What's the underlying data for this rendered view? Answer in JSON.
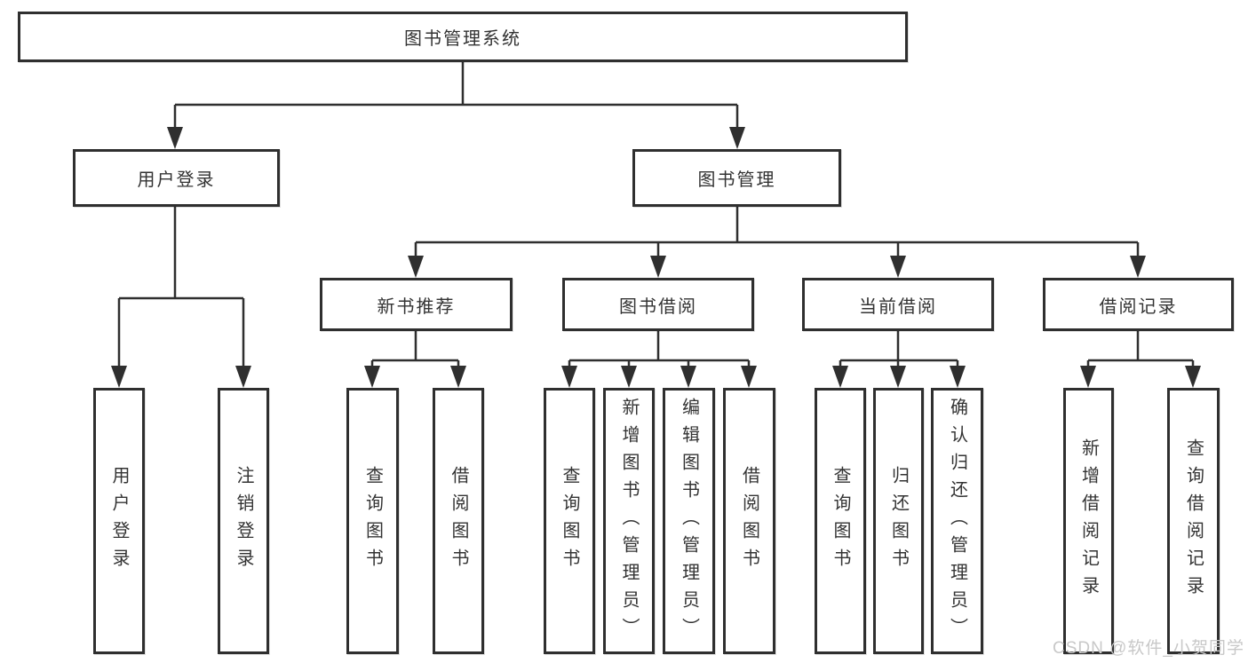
{
  "diagram": {
    "root": "图书管理系统",
    "level2": {
      "user_login": "用户登录",
      "book_mgmt": "图书管理"
    },
    "level3": {
      "new_book": "新书推荐",
      "book_borrow": "图书借阅",
      "current_borrow": "当前借阅",
      "borrow_record": "借阅记录"
    },
    "leaves": {
      "user_login": "用户登录",
      "logout": "注销登录",
      "rec_query_book": "查询图书",
      "rec_borrow_book": "借阅图书",
      "bor_query_book": "查询图书",
      "bor_add_book": "新增图书（管理员）",
      "bor_edit_book": "编辑图书（管理员）",
      "bor_borrow_book": "借阅图书",
      "cur_query_book": "查询图书",
      "cur_return_book": "归还图书",
      "cur_confirm_return": "确认归还（管理员）",
      "hist_add_record": "新增借阅记录",
      "hist_query_record": "查询借阅记录"
    }
  },
  "watermark": {
    "text": "CSDN @软件_小贺同学"
  },
  "colors": {
    "line": "#2f2f2f",
    "text": "#333333",
    "background": "#ffffff",
    "watermark": "#c8c8c8"
  }
}
